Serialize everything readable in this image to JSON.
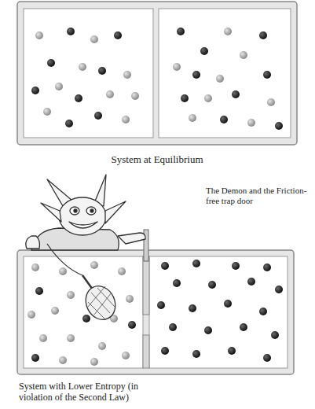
{
  "diagram": {
    "labels": [
      "System at Equilibrium",
      "The Demon and the Friction-free trap door",
      "System with Lower Entropy (in violation of the Second Law)"
    ]
  }
}
